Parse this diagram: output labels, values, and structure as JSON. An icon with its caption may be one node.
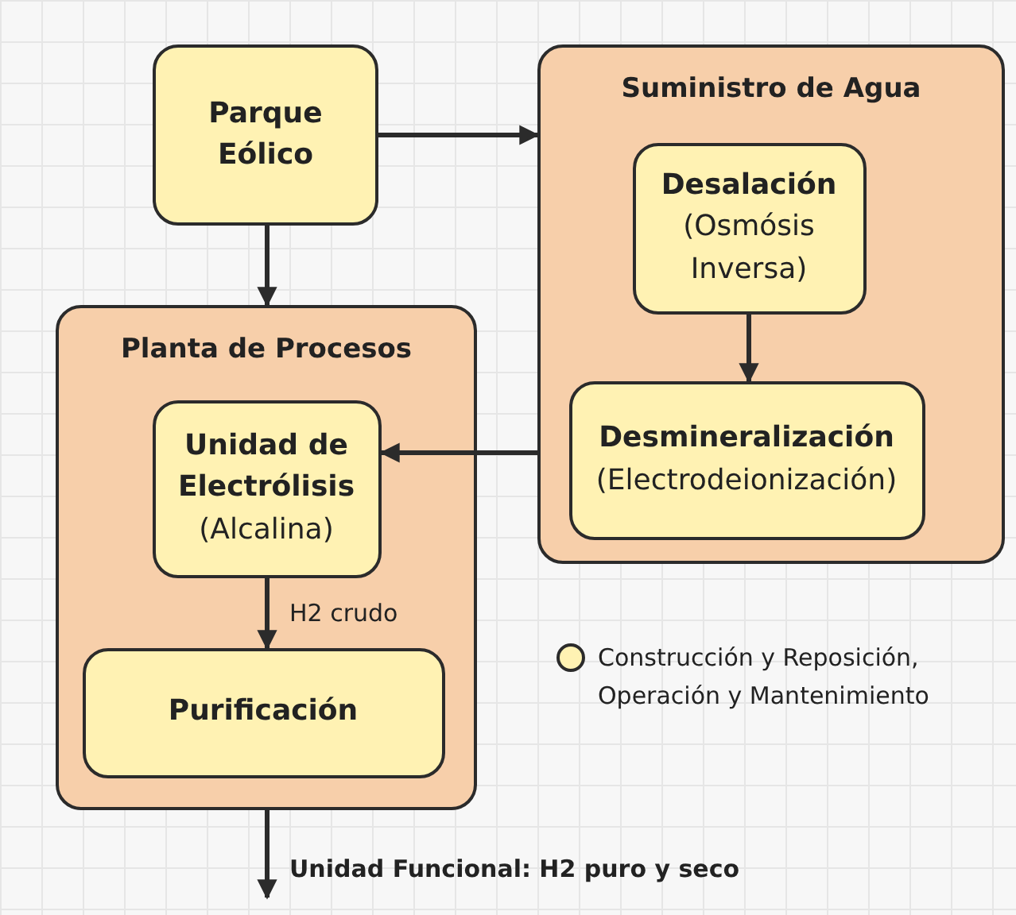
{
  "diagram": {
    "nodes": [
      {
        "text": [
          "Parque Eólico"
        ]
      },
      {
        "text": [
          "Suministro de Agua"
        ]
      },
      {
        "text": [
          "Desalación",
          "(Osmósis Inversa)"
        ],
        "in": 1
      },
      {
        "text": [
          "Desmineralización",
          "(Electrodeionización)"
        ],
        "in": 1
      },
      {
        "text": [
          "Planta de Procesos"
        ]
      },
      {
        "text": [
          "Unidad de Electrólisis",
          "(Alcalina)"
        ],
        "in": 4
      },
      {
        "text": [
          "Purificación"
        ],
        "in": 4
      }
    ],
    "edges": [
      {
        "from": 0,
        "to": 1,
        "arrow": "to"
      },
      {
        "from": 0,
        "to": 4,
        "arrow": "to"
      },
      {
        "from": 2,
        "to": 3,
        "arrow": "to"
      },
      {
        "from": 1,
        "to": 5,
        "arrow": "to"
      },
      {
        "from": 5,
        "to": 6,
        "arrow": "to",
        "label": "H2 crudo"
      },
      {
        "from": 4,
        "to": null,
        "arrow": "to",
        "label": "Unidad Funcional: H2 puro y seco"
      }
    ],
    "legend": [
      {
        "text": "Construcción y Reposición, Operación y Mantenimiento",
        "color": "#fff2b3"
      }
    ]
  }
}
